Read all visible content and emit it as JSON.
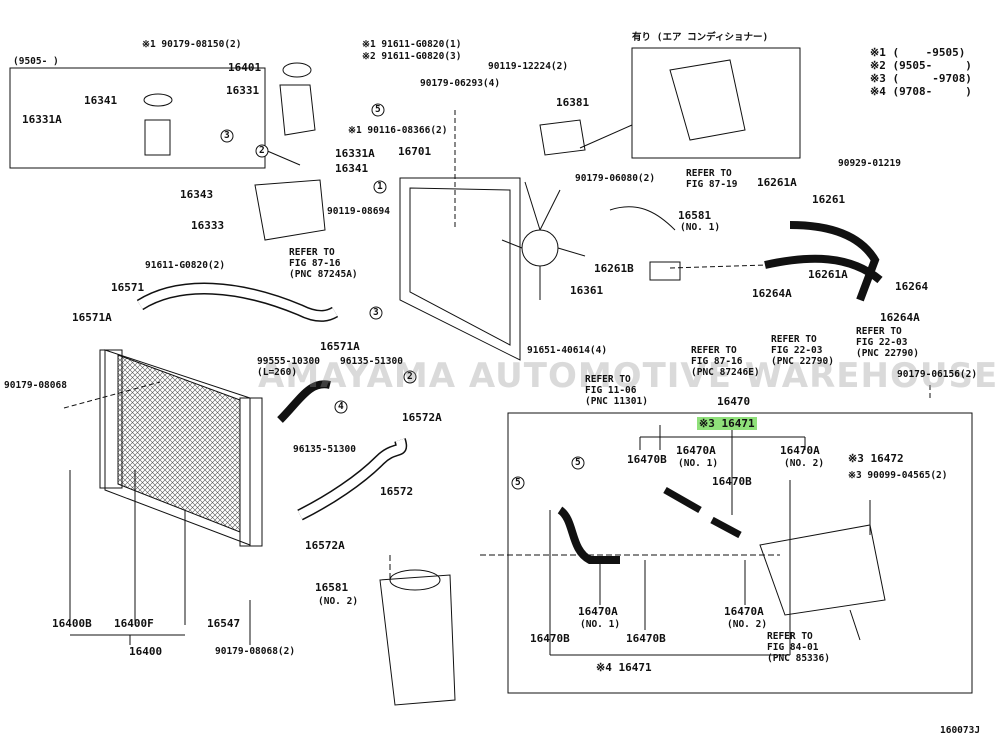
{
  "watermark": "AMAYAMA AUTOMOTIVE WAREHOUSE",
  "figure_id": "160073J",
  "legend": [
    "※1 (    -9505)",
    "※2 (9505-     )",
    "※3 (     -9708)",
    "※4 (9708-     )"
  ],
  "boxes": {
    "thermostat_note": "(9505-     )",
    "aircon_note": "有り (エア コンディショナー)"
  },
  "labels": {
    "p1": "※1 90179-08150(2)",
    "p2": "16401",
    "p3": "16331",
    "p4": "16341",
    "p5": "16331A",
    "p6": "16331A",
    "p7": "16341",
    "p8": "16343",
    "p9": "16333",
    "p10": "※1 91611-G0820(1)",
    "p11": "※2 91611-G0820(3)",
    "p12": "※1 90116-08366(2)",
    "p13": "90119-08694",
    "p14": "91611-G0820(2)",
    "p15": "16571",
    "p16": "16571A",
    "p17": "16571A",
    "p18": "90179-08068",
    "p19": "99555-10300",
    "p20": "(L=260)",
    "p21": "96135-51300",
    "p22": "16572A",
    "p23": "96135-51300",
    "p24": "16572",
    "p25": "16572A",
    "p26": "16400B",
    "p27": "16400F",
    "p28": "16400",
    "p29": "16547",
    "p30": "90179-08068(2)",
    "p31": "16581",
    "p32": "(NO. 2)",
    "p33": "90179-06293(4)",
    "p34": "90119-12224(2)",
    "p35": "16381",
    "p36": "16701",
    "p37": "90179-06080(2)",
    "p38": "16581",
    "p39": "(NO. 1)",
    "p40": "16261B",
    "p41": "16361",
    "p42": "91651-40614(4)",
    "p43": "16261A",
    "p44": "16261",
    "p45": "90929-01219",
    "p46": "16261A",
    "p47": "16264",
    "p48": "16264A",
    "p49": "16264A",
    "p50": "90179-06156(2)",
    "p51": "16470",
    "p52": "※3 16471",
    "p53": "16470A",
    "p54": "(NO. 1)",
    "p55": "16470B",
    "p56": "16470A",
    "p57": "(NO. 2)",
    "p58": "16470B",
    "p59": "※3 16472",
    "p60": "※3 90099-04565(2)",
    "p61": "16470A",
    "p62": "(NO. 1)",
    "p63": "16470B",
    "p64": "16470A",
    "p65": "(NO. 2)",
    "p66": "16470B",
    "p67": "※4 16471"
  },
  "refs": {
    "r1": "REFER TO\nFIG 87-16\n(PNC 87245A)",
    "r2": "REFER TO\nFIG 87-19",
    "r3": "REFER TO\nFIG 87-16\n(PNC 87246E)",
    "r4": "REFER TO\nFIG 11-06\n(PNC 11301)",
    "r5": "REFER TO\nFIG 22-03\n(PNC 22790)",
    "r6": "REFER TO\nFIG 22-03\n(PNC 22790)",
    "r7": "REFER TO\nFIG 84-01\n(PNC 85336)"
  },
  "callouts": [
    "1",
    "2",
    "3",
    "4",
    "5"
  ]
}
